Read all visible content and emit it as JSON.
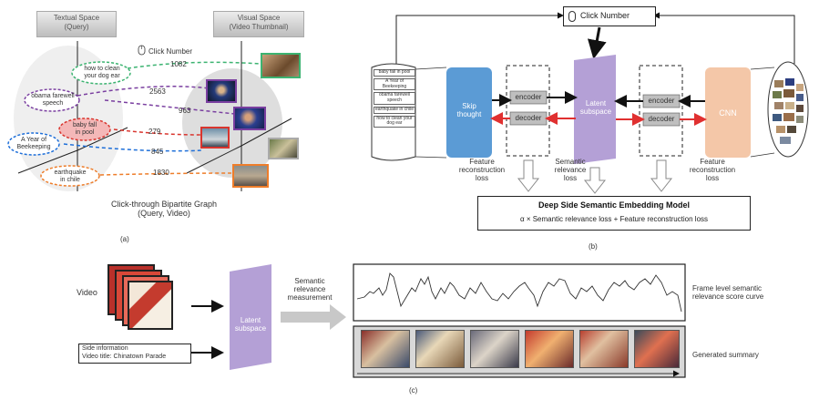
{
  "colors": {
    "skip_thought_blue": "#5b9bd5",
    "latent_purple": "#b4a0d6",
    "cnn_orange": "#f4c7a8",
    "red_arrow": "#e03030",
    "green_dash": "#3cb371",
    "purple_dash": "#7a3fa0",
    "blue_dash": "#1e6fd9",
    "orange_dash": "#ee7d2a",
    "red_dash": "#d9352e",
    "grey_arrow": "#c8c8c8"
  },
  "panel_a": {
    "textual_space": [
      "Textual Space",
      "(Query)"
    ],
    "visual_space": [
      "Visual Space",
      "(Video Thumbnail)"
    ],
    "click_number": "Click Number",
    "queries": [
      {
        "text": [
          "how to clean",
          "your dog ear"
        ],
        "color": "green",
        "click": "1082"
      },
      {
        "text": [
          "obama farewell",
          "speech"
        ],
        "color": "purple",
        "click": "2563"
      },
      {
        "text": [
          "baby fall",
          "in pool"
        ],
        "color": "red",
        "click": "279"
      },
      {
        "text": [
          "A Year of",
          "Beekeeping"
        ],
        "color": "blue",
        "click": "845"
      },
      {
        "text": [
          "earthquake",
          "in chile"
        ],
        "color": "orange",
        "click": "1830"
      }
    ],
    "extra_click": "963",
    "caption": [
      "Click-through Bipartite Graph",
      "(Query, Video)"
    ],
    "label": "(a)"
  },
  "panel_b": {
    "click_number": "Click Number",
    "scroll_items": [
      "baby fall in pool",
      "A Year of Beekeeping",
      "obama farewell speech",
      "earthquake in chile",
      "how to clean your dog ear"
    ],
    "skip_thought": [
      "Skip",
      "thought"
    ],
    "encoder": "encoder",
    "decoder": "decoder",
    "latent": [
      "Latent",
      "subspace"
    ],
    "cnn": "CNN",
    "feature_loss_left": [
      "Feature",
      "reconstruction",
      "loss"
    ],
    "semantic_loss": [
      "Semantic",
      "relevance",
      "loss"
    ],
    "feature_loss_right": [
      "Feature",
      "reconstruction",
      "loss"
    ],
    "model_title": "Deep Side Semantic Embedding Model",
    "model_formula": "α × Semantic relevance loss +  Feature reconstruction loss",
    "label": "(b)"
  },
  "panel_c": {
    "video": "Video",
    "side_info": [
      "Side information",
      "Video title: Chinatown Parade"
    ],
    "latent": [
      "Latent",
      "subspace"
    ],
    "measurement": [
      "Semantic",
      "relevance",
      "measurement"
    ],
    "curve_label": [
      "Frame level semantic",
      "relevance score curve"
    ],
    "summary_label": "Generated summary",
    "label": "(c)"
  }
}
